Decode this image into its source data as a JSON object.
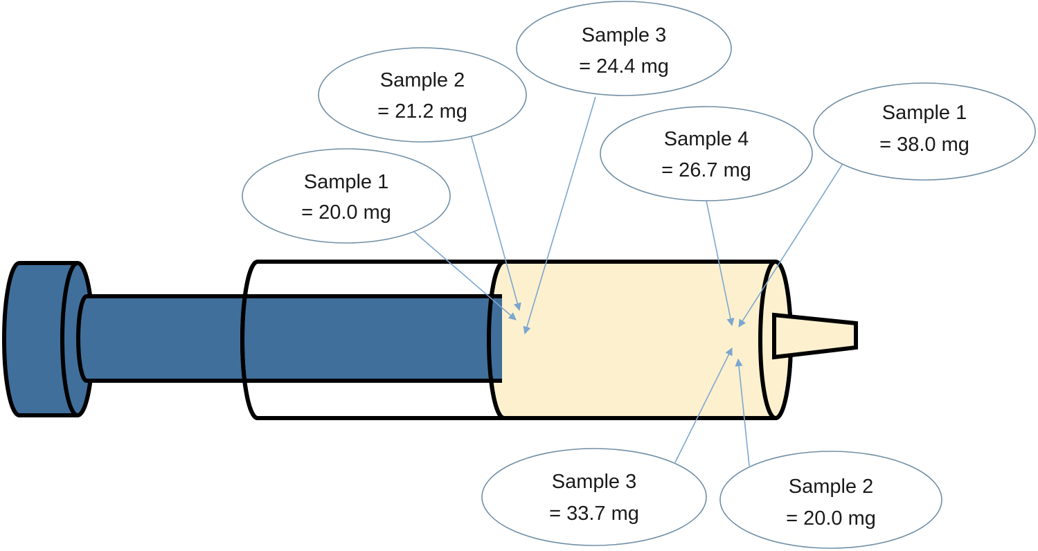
{
  "callouts": [
    {
      "id": "left-sample-1",
      "line1": "Sample 1",
      "line2": "= 20.0 mg"
    },
    {
      "id": "left-sample-2",
      "line1": "Sample 2",
      "line2": "= 21.2 mg"
    },
    {
      "id": "left-sample-3",
      "line1": "Sample 3",
      "line2": "= 24.4 mg"
    },
    {
      "id": "right-sample-4",
      "line1": "Sample 4",
      "line2": "= 26.7 mg"
    },
    {
      "id": "right-sample-1",
      "line1": "Sample 1",
      "line2": "= 38.0 mg"
    },
    {
      "id": "right-sample-3",
      "line1": "Sample 3",
      "line2": "= 33.7 mg"
    },
    {
      "id": "right-sample-2",
      "line1": "Sample 2",
      "line2": "= 20.0 mg"
    }
  ],
  "colors": {
    "plunger": "#416f9b",
    "barrel_fill": "#fdf0cf",
    "outline": "#000000",
    "callout_border": "#6f8ea5",
    "arrow": "#7ba6cf"
  }
}
